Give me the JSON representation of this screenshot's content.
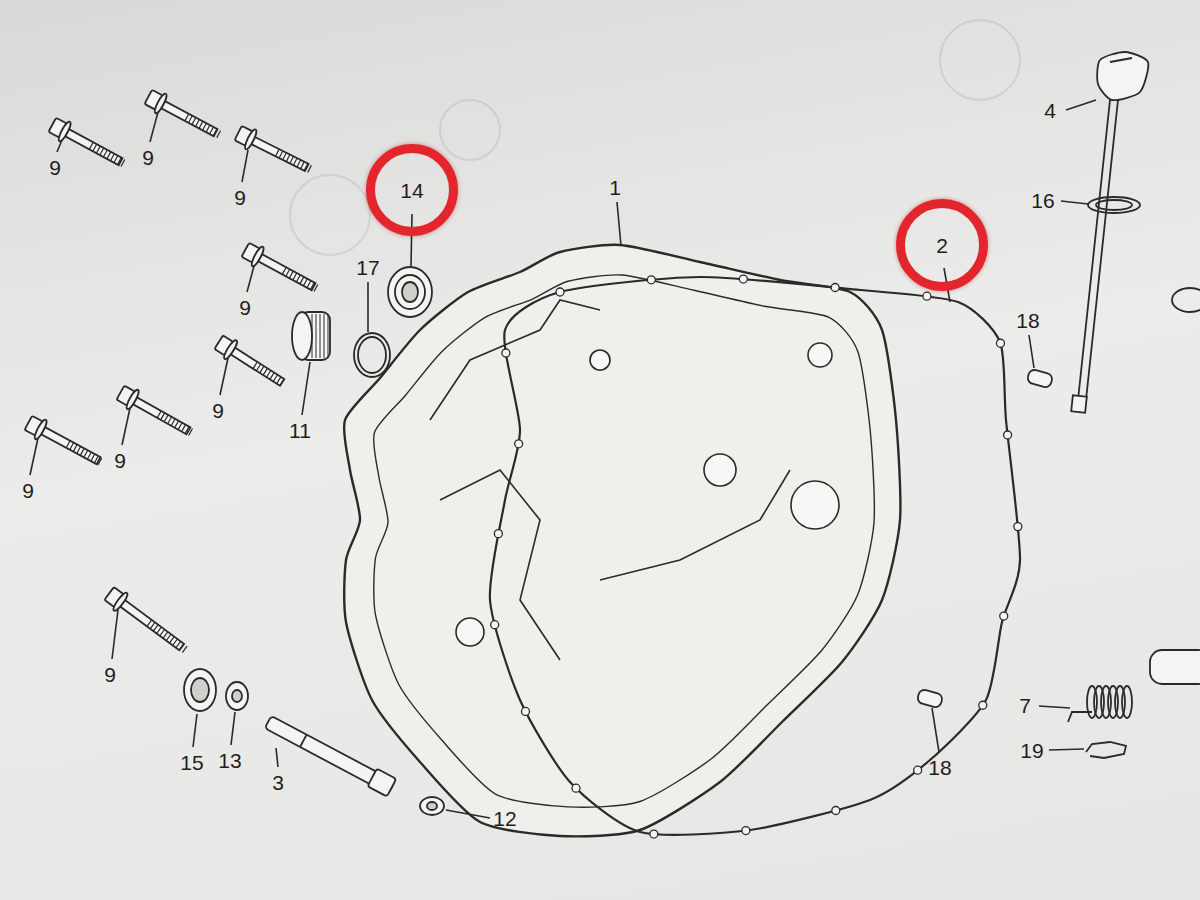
{
  "diagram": {
    "nodes": [
      {
        "text": [
          "14"
        ]
      },
      {
        "text": [
          "2"
        ]
      }
    ],
    "labels": [
      "9",
      "4",
      "9",
      "9",
      "16",
      "1",
      "17",
      "18",
      "9",
      "9",
      "11",
      "9",
      "9",
      "9",
      "7",
      "15",
      "13",
      "3",
      "18",
      "19",
      "12"
    ]
  }
}
